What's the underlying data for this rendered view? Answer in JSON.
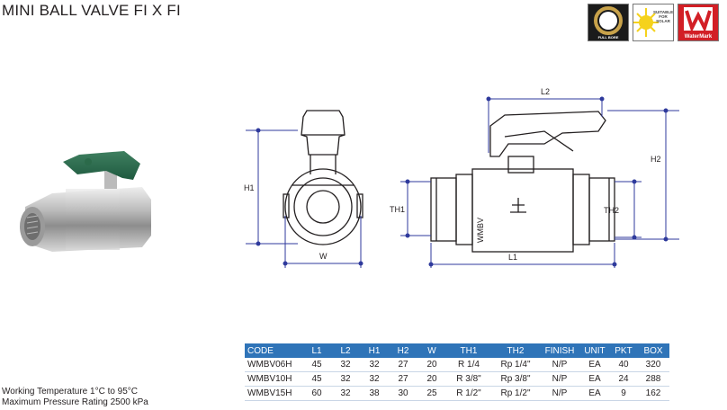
{
  "title": "MINI BALL VALVE FI X FI",
  "badges": {
    "full_bore": "FULL BORE",
    "solar": "SUITABLE FOR SOLAR",
    "watermark": "WaterMark",
    "colors": {
      "gold": "#c8a24a",
      "yellow": "#f5d21c",
      "red": "#d21f26"
    },
    "icons": [
      "full-bore-ring-icon",
      "sun-icon",
      "watermark-w-icon"
    ]
  },
  "diagram": {
    "labels": {
      "h1": "H1",
      "w": "W",
      "l2": "L2",
      "h2": "H2",
      "th1": "TH1",
      "th2": "TH2",
      "l1": "L1",
      "body_mark": "WMBV"
    },
    "dimension_color": "#2f3a9c"
  },
  "table": {
    "header_color": "#2f74b8",
    "columns": [
      "CODE",
      "L1",
      "L2",
      "H1",
      "H2",
      "W",
      "TH1",
      "TH2",
      "FINISH",
      "UNIT",
      "PKT",
      "BOX"
    ],
    "rows": [
      [
        "WMBV06H",
        "45",
        "32",
        "32",
        "27",
        "20",
        "R 1/4",
        "Rp 1/4\"",
        "N/P",
        "EA",
        "40",
        "320"
      ],
      [
        "WMBV10H",
        "45",
        "32",
        "32",
        "27",
        "20",
        "R 3/8\"",
        "Rp 3/8\"",
        "N/P",
        "EA",
        "24",
        "288"
      ],
      [
        "WMBV15H",
        "60",
        "32",
        "38",
        "30",
        "25",
        "R 1/2\"",
        "Rp 1/2\"",
        "N/P",
        "EA",
        "9",
        "162"
      ]
    ]
  },
  "notes": {
    "working_temperature": "Working Temperature  1°C to 95°C",
    "max_pressure": "Maximum Pressure Rating  2500 kPa"
  }
}
